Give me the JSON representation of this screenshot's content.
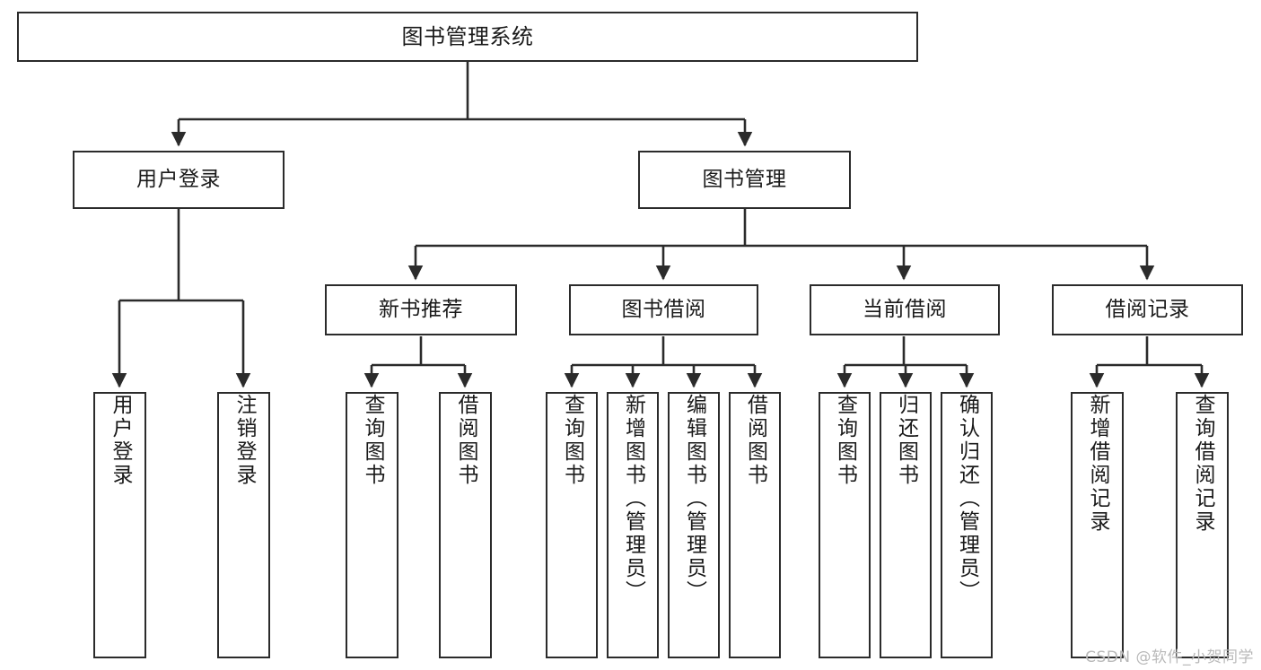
{
  "diagram": {
    "title": "图书管理系统",
    "type": "hierarchy-tree",
    "watermark": "CSDN @软件_小贺同学",
    "colors": {
      "stroke": "#2b2b2b",
      "fill": "#ffffff",
      "text": "#1a1a1a",
      "watermark": "#b9b9b9"
    },
    "nodes": {
      "root": {
        "label": "图书管理系统"
      },
      "level1": [
        {
          "id": "user-login",
          "label": "用户登录"
        },
        {
          "id": "book-manage",
          "label": "图书管理"
        }
      ],
      "level2": [
        {
          "id": "new-book-rec",
          "label": "新书推荐"
        },
        {
          "id": "book-borrow",
          "label": "图书借阅"
        },
        {
          "id": "current-borrow",
          "label": "当前借阅"
        },
        {
          "id": "borrow-record",
          "label": "借阅记录"
        }
      ],
      "leaves": {
        "user_login": [
          {
            "id": "leaf-user-login",
            "label": "用户登录"
          },
          {
            "id": "leaf-logout",
            "label": "注销登录"
          }
        ],
        "new_book_rec": [
          {
            "id": "leaf-query-book-1",
            "label": "查询图书"
          },
          {
            "id": "leaf-borrow-book-1",
            "label": "借阅图书"
          }
        ],
        "book_borrow": [
          {
            "id": "leaf-query-book-2",
            "label": "查询图书"
          },
          {
            "id": "leaf-add-book",
            "label": "新增图书（管理员）"
          },
          {
            "id": "leaf-edit-book",
            "label": "编辑图书（管理员）"
          },
          {
            "id": "leaf-borrow-book-2",
            "label": "借阅图书"
          }
        ],
        "current_borrow": [
          {
            "id": "leaf-query-book-3",
            "label": "查询图书"
          },
          {
            "id": "leaf-return-book",
            "label": "归还图书"
          },
          {
            "id": "leaf-confirm-return",
            "label": "确认归还（管理员）"
          }
        ],
        "borrow_record": [
          {
            "id": "leaf-add-record",
            "label": "新增借阅记录"
          },
          {
            "id": "leaf-query-record",
            "label": "查询借阅记录"
          }
        ]
      }
    }
  }
}
